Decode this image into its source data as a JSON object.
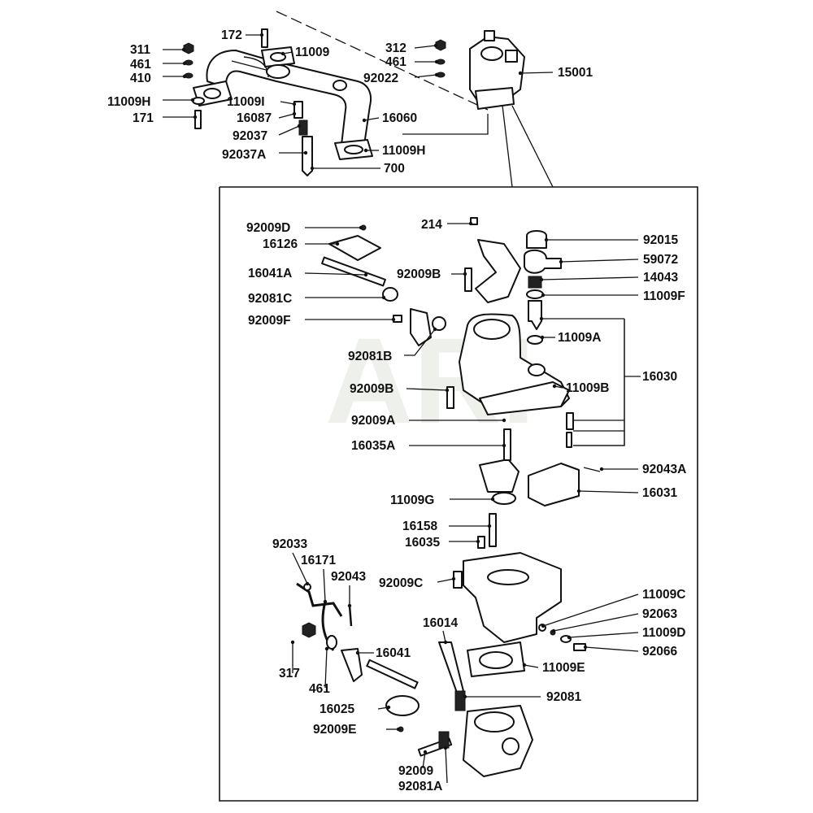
{
  "watermark": "ARI",
  "labels": [
    {
      "id": "p311",
      "text": "311"
    },
    {
      "id": "p461a",
      "text": "461"
    },
    {
      "id": "p410",
      "text": "410"
    },
    {
      "id": "p11009H_1",
      "text": "11009H"
    },
    {
      "id": "p171",
      "text": "171"
    },
    {
      "id": "p172",
      "text": "172"
    },
    {
      "id": "p11009",
      "text": "11009"
    },
    {
      "id": "p11009I",
      "text": "11009I"
    },
    {
      "id": "p16087",
      "text": "16087"
    },
    {
      "id": "p92037",
      "text": "92037"
    },
    {
      "id": "p92037A",
      "text": "92037A"
    },
    {
      "id": "p16060",
      "text": "16060"
    },
    {
      "id": "p11009H_2",
      "text": "11009H"
    },
    {
      "id": "p700",
      "text": "700"
    },
    {
      "id": "p312",
      "text": "312"
    },
    {
      "id": "p461b",
      "text": "461"
    },
    {
      "id": "p92022",
      "text": "92022"
    },
    {
      "id": "p15001",
      "text": "15001"
    },
    {
      "id": "p92009D",
      "text": "92009D"
    },
    {
      "id": "p16126",
      "text": "16126"
    },
    {
      "id": "p16041A",
      "text": "16041A"
    },
    {
      "id": "p92081C",
      "text": "92081C"
    },
    {
      "id": "p92009F",
      "text": "92009F"
    },
    {
      "id": "p92081B",
      "text": "92081B"
    },
    {
      "id": "p214",
      "text": "214"
    },
    {
      "id": "p92009B_1",
      "text": "92009B"
    },
    {
      "id": "p92015",
      "text": "92015"
    },
    {
      "id": "p59072",
      "text": "59072"
    },
    {
      "id": "p14043",
      "text": "14043"
    },
    {
      "id": "p11009F",
      "text": "11009F"
    },
    {
      "id": "p11009A",
      "text": "11009A"
    },
    {
      "id": "p16030",
      "text": "16030"
    },
    {
      "id": "p92009B_2",
      "text": "92009B"
    },
    {
      "id": "p11009B",
      "text": "11009B"
    },
    {
      "id": "p92009A",
      "text": "92009A"
    },
    {
      "id": "p16035A",
      "text": "16035A"
    },
    {
      "id": "p92043A",
      "text": "92043A"
    },
    {
      "id": "p16031",
      "text": "16031"
    },
    {
      "id": "p11009G",
      "text": "11009G"
    },
    {
      "id": "p16158",
      "text": "16158"
    },
    {
      "id": "p16035",
      "text": "16035"
    },
    {
      "id": "p92033",
      "text": "92033"
    },
    {
      "id": "p16171",
      "text": "16171"
    },
    {
      "id": "p92043",
      "text": "92043"
    },
    {
      "id": "p92009C",
      "text": "92009C"
    },
    {
      "id": "p11009C",
      "text": "11009C"
    },
    {
      "id": "p92063",
      "text": "92063"
    },
    {
      "id": "p11009D",
      "text": "11009D"
    },
    {
      "id": "p92066",
      "text": "92066"
    },
    {
      "id": "p16014",
      "text": "16014"
    },
    {
      "id": "p16041",
      "text": "16041"
    },
    {
      "id": "p317",
      "text": "317"
    },
    {
      "id": "p461c",
      "text": "461"
    },
    {
      "id": "p11009E",
      "text": "11009E"
    },
    {
      "id": "p16025",
      "text": "16025"
    },
    {
      "id": "p92081",
      "text": "92081"
    },
    {
      "id": "p92009E",
      "text": "92009E"
    },
    {
      "id": "p92009",
      "text": "92009"
    },
    {
      "id": "p92081A",
      "text": "92081A"
    }
  ]
}
